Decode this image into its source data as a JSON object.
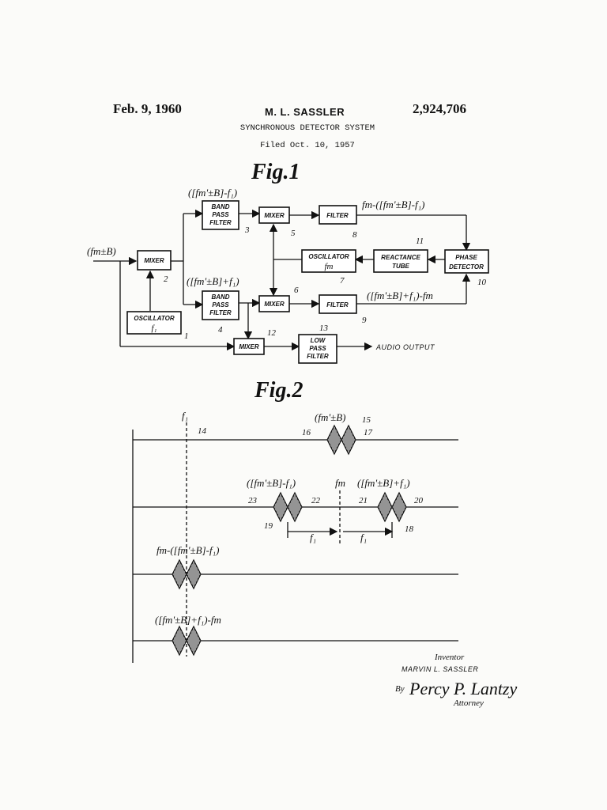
{
  "header": {
    "date": "Feb. 9, 1960",
    "inventor": "M. L. SASSLER",
    "patent_number": "2,924,706",
    "title": "SYNCHRONOUS DETECTOR SYSTEM",
    "filed": "Filed Oct. 10, 1957"
  },
  "fig1": {
    "caption": "Fig.1",
    "blocks": {
      "mixer_2": "MIXER",
      "osc_1_line1": "OSCILLATOR",
      "osc_1_line2": "f₁",
      "bpf_3_l1": "BAND",
      "bpf_3_l2": "PASS",
      "bpf_3_l3": "FILTER",
      "bpf_4_l1": "BAND",
      "bpf_4_l2": "PASS",
      "bpf_4_l3": "FILTER",
      "mixer_5": "MIXER",
      "mixer_6": "MIXER",
      "filter_8": "FILTER",
      "filter_9": "FILTER",
      "osc_7_line1": "OSCILLATOR",
      "osc_7_line2": "fm",
      "reactance_l1": "REACTANCE",
      "reactance_l2": "TUBE",
      "phase_l1": "PHASE",
      "phase_l2": "DETECTOR",
      "mixer_12": "MIXER",
      "lpf_l1": "LOW",
      "lpf_l2": "PASS",
      "lpf_l3": "FILTER"
    },
    "signals": {
      "input": "(fm±B)",
      "bpf3_out": "([fm'±B]-f₁)",
      "bpf4_out": "([fm'±B]+f₁)",
      "filter8_out": "fm-([fm'±B]-f₁)",
      "filter9_out": "([fm'±B]+f₁)-fm",
      "audio_output": "AUDIO OUTPUT"
    },
    "refs": {
      "r1": "1",
      "r2": "2",
      "r3": "3",
      "r4": "4",
      "r5": "5",
      "r6": "6",
      "r7": "7",
      "r8": "8",
      "r9": "9",
      "r10": "10",
      "r11": "11",
      "r12": "12",
      "r13": "13"
    }
  },
  "fig2": {
    "caption": "Fig.2",
    "labels": {
      "f1_top": "f₁",
      "ref14": "14",
      "row1_label": "(fm'±B)",
      "ref15": "15",
      "ref16": "16",
      "ref17": "17",
      "row2_left_label": "([fm'±B]-f₁)",
      "row2_mid_label": "fm",
      "row2_right_label": "([fm'±B]+f₁)",
      "ref23": "23",
      "ref22": "22",
      "ref21": "21",
      "ref20": "20",
      "ref19": "19",
      "ref18": "18",
      "spacing_left": "f₁",
      "spacing_right": "f₁",
      "row3_label": "fm-([fm'±B]-f₁)",
      "row4_label": "([fm'±B]+f₁)-fm"
    }
  },
  "signature": {
    "inventor_caption": "Inventor",
    "inventor_name": "MARVIN L. SASSLER",
    "by": "By",
    "signature_text": "Percy P. Lantzy",
    "attorney_caption": "Attorney"
  }
}
